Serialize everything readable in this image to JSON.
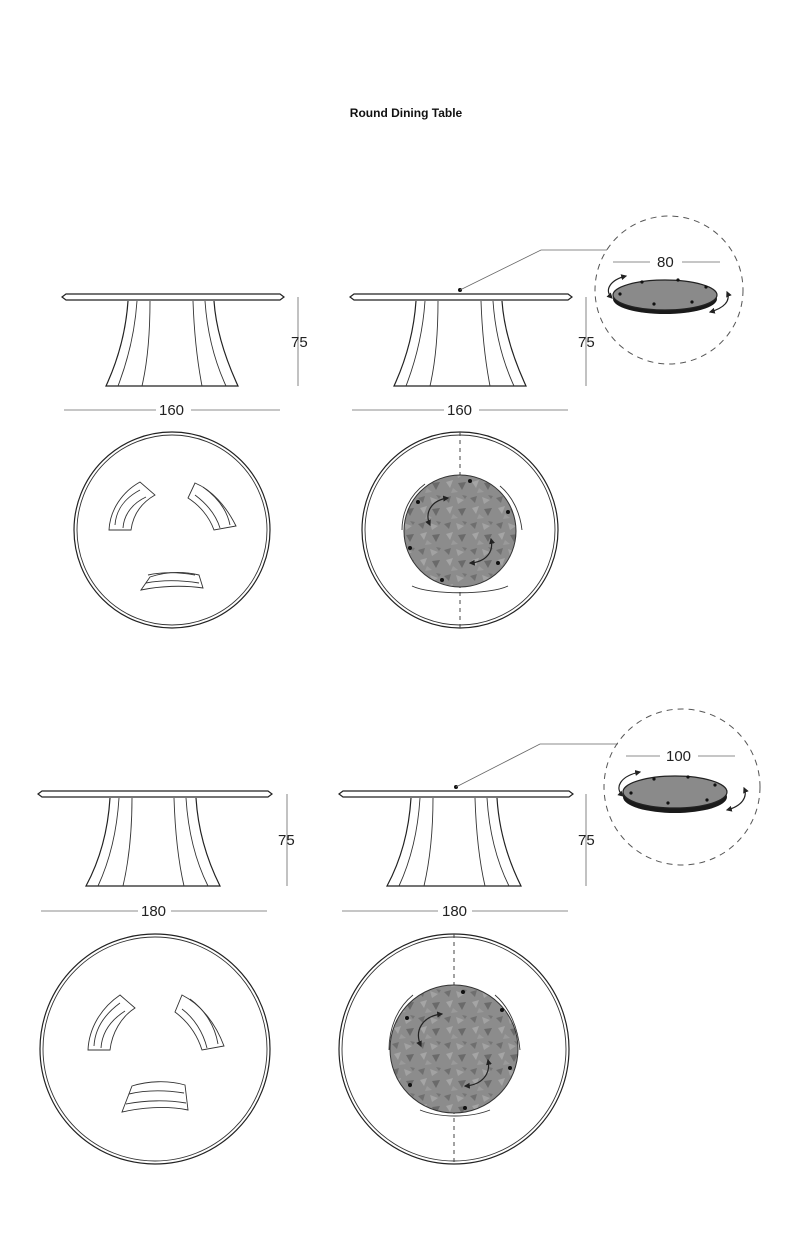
{
  "title": "Round Dining Table",
  "configurations": [
    {
      "id": "table-160",
      "diameter": "160",
      "height": "75",
      "lazy_susan_diameter": "80"
    },
    {
      "id": "table-180",
      "diameter": "180",
      "height": "75",
      "lazy_susan_diameter": "100"
    }
  ],
  "icon_names": [
    "rotation-arrow-icon"
  ]
}
